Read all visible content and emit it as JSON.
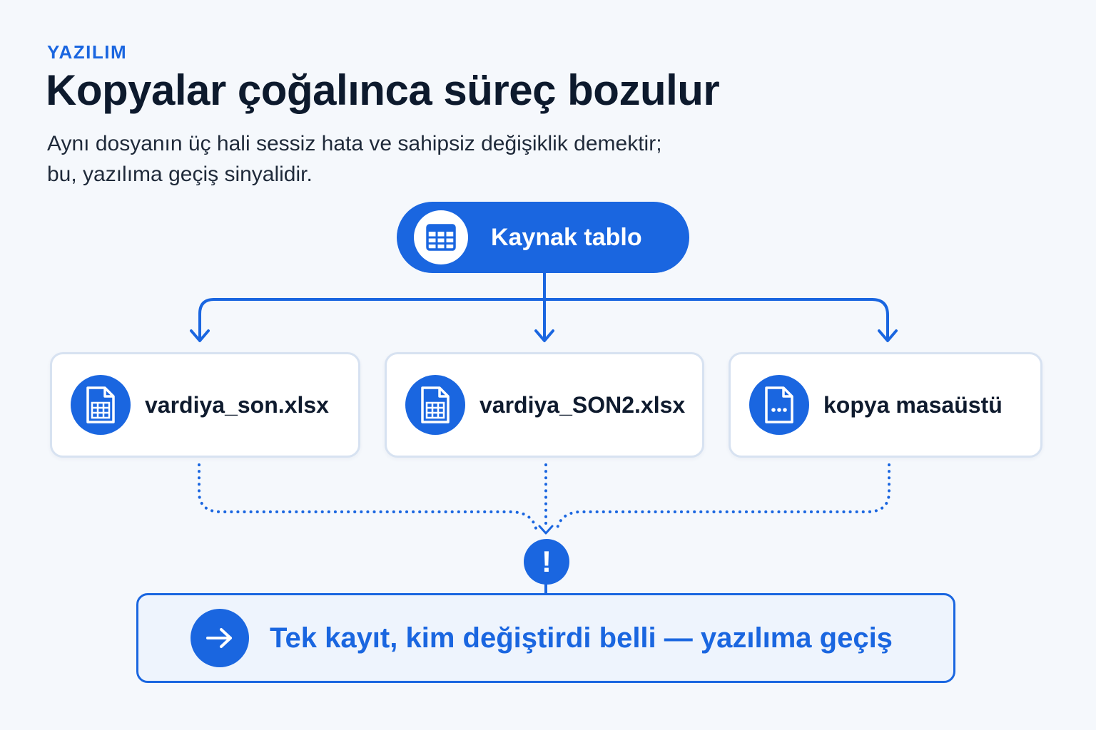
{
  "header": {
    "eyebrow": "YAZILIM",
    "title": "Kopyalar çoğalınca süreç bozulur",
    "subtitle_lines": [
      "Aynı dosyanın üç hali sessiz hata ve sahipsiz değişiklik demektir;",
      "bu, yazılıma geçiş sinyalidir."
    ]
  },
  "source": {
    "label": "Kaynak tablo",
    "icon": "table-icon"
  },
  "copies": [
    {
      "label": "vardiya_son.xlsx",
      "icon": "spreadsheet-file-icon"
    },
    {
      "label": "vardiya_SON2.xlsx",
      "icon": "spreadsheet-file-icon"
    },
    {
      "label": "kopya masaüstü",
      "icon": "file-more-icon"
    }
  ],
  "warning": {
    "symbol": "!",
    "icon": "exclamation-icon"
  },
  "result": {
    "label": "Tek kayıt, kim değiştirdi belli — yazılıma geçiş",
    "icon": "arrow-right-icon"
  },
  "colors": {
    "accent": "#1a66e0",
    "background": "#f5f8fc",
    "card_border": "#d7e2f1",
    "result_background": "#eef4fd",
    "text": "#0f1b2e"
  }
}
